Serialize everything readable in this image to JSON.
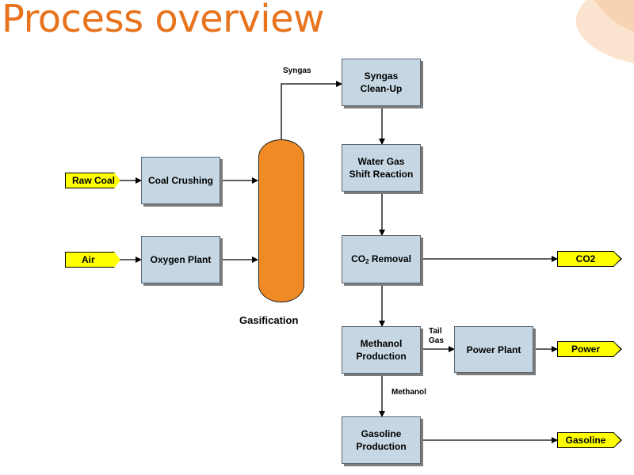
{
  "slide": {
    "title": "Process overview",
    "colors": {
      "title": "#e8731d",
      "box_fill": "#c6d7e3",
      "tag_fill": "#ffff00",
      "vessel_fill": "#f08a24"
    }
  },
  "inputs": {
    "raw_coal": "Raw Coal",
    "air": "Air"
  },
  "units": {
    "coal_crushing": "Coal Crushing",
    "oxygen_plant": "Oxygen Plant",
    "gasification": "Gasification",
    "syngas_cleanup": "Syngas\nClean-Up",
    "water_gas_shift": "Water Gas\nShift Reaction",
    "co2_removal_prefix": "CO",
    "co2_removal_sub": "2",
    "co2_removal_suffix": " Removal",
    "methanol_production": "Methanol\nProduction",
    "power_plant": "Power Plant",
    "gasoline_production": "Gasoline\nProduction"
  },
  "outputs": {
    "co2": "CO2",
    "power": "Power",
    "gasoline": "Gasoline"
  },
  "stream_labels": {
    "syngas": "Syngas",
    "tail_gas": "Tail\nGas",
    "methanol": "Methanol"
  }
}
